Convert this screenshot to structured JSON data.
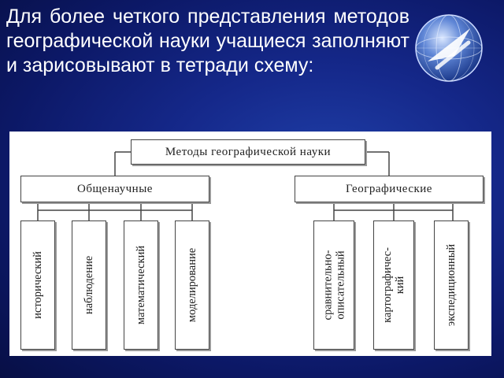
{
  "intro_text": "Для более четкого представления методов географической науки учащиеся заполняют и зарисовывают в тетради схему:",
  "diagram": {
    "root": "Методы географической науки",
    "categories": [
      {
        "label": "Общенаучные",
        "methods": [
          "исторический",
          "наблюдение",
          "математический",
          "моделирование"
        ]
      },
      {
        "label": "Географические",
        "methods": [
          [
            "сравнительно-",
            "описательный"
          ],
          [
            "картографичес-",
            "кий"
          ],
          [
            "экспедиционный"
          ]
        ]
      }
    ]
  },
  "colors": {
    "background": "#15288a",
    "text": "#ffffff",
    "panel": "#ffffff",
    "lines": "#444444"
  },
  "icons": [
    "globe-logo-icon"
  ]
}
